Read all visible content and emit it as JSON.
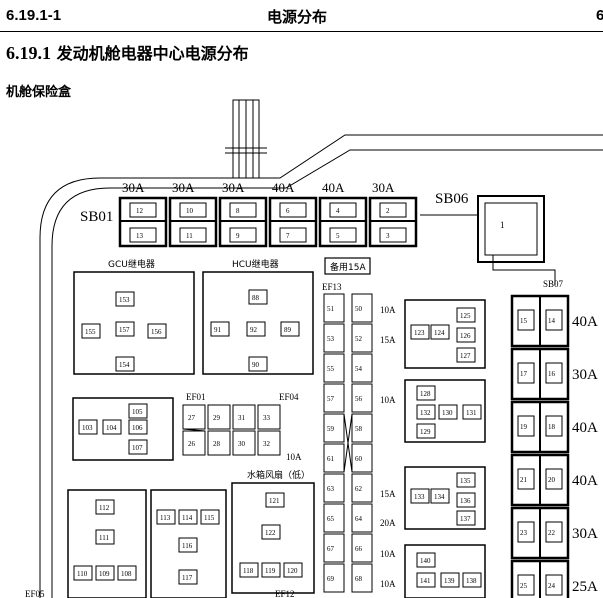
{
  "header": {
    "left_code": "6.19.1-1",
    "title": "电源分布",
    "right_code": "6"
  },
  "section": {
    "number": "6.19.1",
    "title": "发动机舱电器中心电源分布",
    "subtitle": "机舱保险盒"
  },
  "diagram": {
    "top_fuses": {
      "label_left": "SB01",
      "label_right": "SB06",
      "ratings": [
        "30A",
        "30A",
        "30A",
        "40A",
        "40A",
        "30A"
      ],
      "pins": [
        [
          "12",
          "13"
        ],
        [
          "10",
          "11"
        ],
        [
          "8",
          "9"
        ],
        [
          "6",
          "7"
        ],
        [
          "4",
          "5"
        ],
        [
          "2",
          "3"
        ]
      ],
      "sb06_pin": "1"
    },
    "spare": "备用15A",
    "relays": {
      "gcu": {
        "label": "GCU继电器",
        "pins": [
          "153",
          "155",
          "157",
          "156",
          "154"
        ]
      },
      "hcu": {
        "label": "HCU继电器",
        "pins": [
          "88",
          "91",
          "92",
          "89",
          "90"
        ]
      },
      "relay_a": {
        "pins": [
          "103",
          "104",
          "105",
          "106",
          "107"
        ]
      },
      "fan": {
        "label": "水箱风扇（低）",
        "pins": [
          "121",
          "122",
          "118",
          "119",
          "120"
        ]
      },
      "relay_b": {
        "pins": [
          "112",
          "111",
          "110",
          "109",
          "108"
        ]
      },
      "relay_c": {
        "pins": [
          "113",
          "114",
          "115",
          "116",
          "117"
        ]
      },
      "r123": {
        "pins": [
          "123",
          "124",
          "125",
          "126",
          "127"
        ]
      },
      "r128": {
        "pins": [
          "128",
          "132",
          "130",
          "131",
          "129"
        ]
      },
      "r133": {
        "pins": [
          "133",
          "134",
          "135",
          "136",
          "137"
        ]
      },
      "r138": {
        "pins": [
          "140",
          "141",
          "139",
          "138"
        ]
      }
    },
    "ef_block": {
      "label_left": "EF01",
      "label_right": "EF04",
      "top_pins": [
        "27",
        "29",
        "31",
        "33"
      ],
      "bottom_pins": [
        "26",
        "28",
        "30",
        "32"
      ],
      "rating": "10A"
    },
    "ef13": {
      "label": "EF13",
      "left_pins": [
        "51",
        "53",
        "55",
        "57",
        "59",
        "61",
        "63",
        "65",
        "67",
        "69"
      ],
      "right_pins": [
        "50",
        "52",
        "54",
        "56",
        "58",
        "60",
        "62",
        "64",
        "66",
        "68"
      ],
      "ratings": [
        "10A",
        "15A",
        "10A",
        "15A",
        "20A",
        "10A",
        "10A"
      ]
    },
    "sb07": {
      "label": "SB07",
      "pins": [
        [
          "15",
          "14"
        ],
        [
          "17",
          "16"
        ],
        [
          "19",
          "18"
        ],
        [
          "21",
          "20"
        ],
        [
          "23",
          "22"
        ],
        [
          "25",
          "24"
        ]
      ],
      "ratings": [
        "40A",
        "30A",
        "40A",
        "40A",
        "30A",
        "25A"
      ]
    },
    "bottom_labels": {
      "left": "EF05",
      "right": "EF12"
    }
  }
}
